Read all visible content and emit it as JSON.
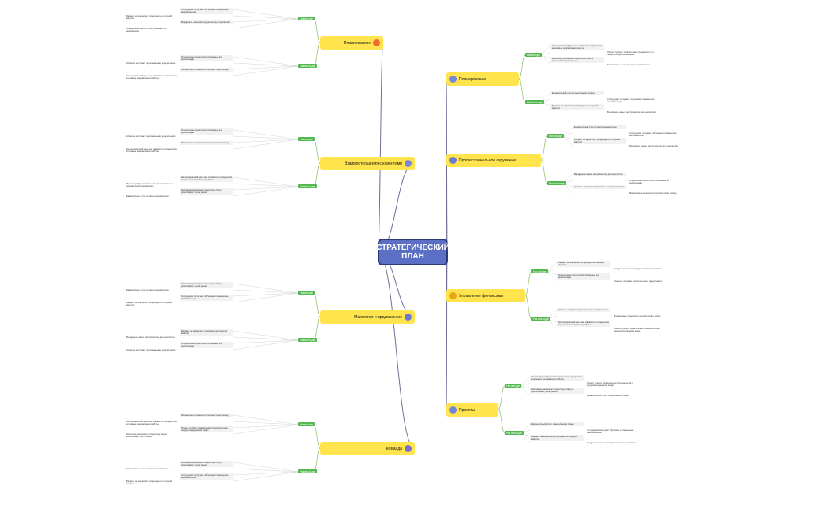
{
  "center": {
    "title": "СТРАТЕГИЧЕСКИЙ ПЛАН"
  },
  "colors": {
    "center": "#5b6fc4",
    "branch": "#ffe44d",
    "tag": "#53b84f",
    "line": "#6b6f9a"
  },
  "branches": [
    {
      "id": "planning",
      "label": "Планирование",
      "icon": "document-icon"
    },
    {
      "id": "prof",
      "label": "Профессиональное окружение",
      "icon": "people-icon"
    },
    {
      "id": "finance",
      "label": "Управление финансами",
      "icon": "coin-icon"
    },
    {
      "id": "projects",
      "label": "Проекты",
      "icon": "briefcase-icon"
    },
    {
      "id": "planningL",
      "label": "Планирование",
      "icon": "calendar-icon"
    },
    {
      "id": "comm",
      "label": "Взаимоотношения с клиентами",
      "icon": "target-icon"
    },
    {
      "id": "marketing",
      "label": "Маркетинг и продвижение",
      "icon": "billboard-icon"
    },
    {
      "id": "team",
      "label": "Команда",
      "icon": "team-icon"
    }
  ],
  "tags": {
    "in": "На входе",
    "out": "На выходе"
  },
  "leaves": [
    "На сегодняшний день мы совместно определили ключевые направления работы",
    "Проект требует привлечения специалистов и перераспределения задач",
    "Компания расширяет клиентскую базу и увеличивает долю рынка",
    "Ежемесячный отчет о выполнении плана",
    "Сотрудники получают обучение и повышение квалификации",
    "Бюджет на маркетинг утвержден на текущий квартал",
    "Внедрение новых инструментов для аналитики",
    "Определены сроки и ответственные за реализацию",
    "Клиенты получают персональные предложения",
    "Финансовые показатели соответствуют плану"
  ]
}
